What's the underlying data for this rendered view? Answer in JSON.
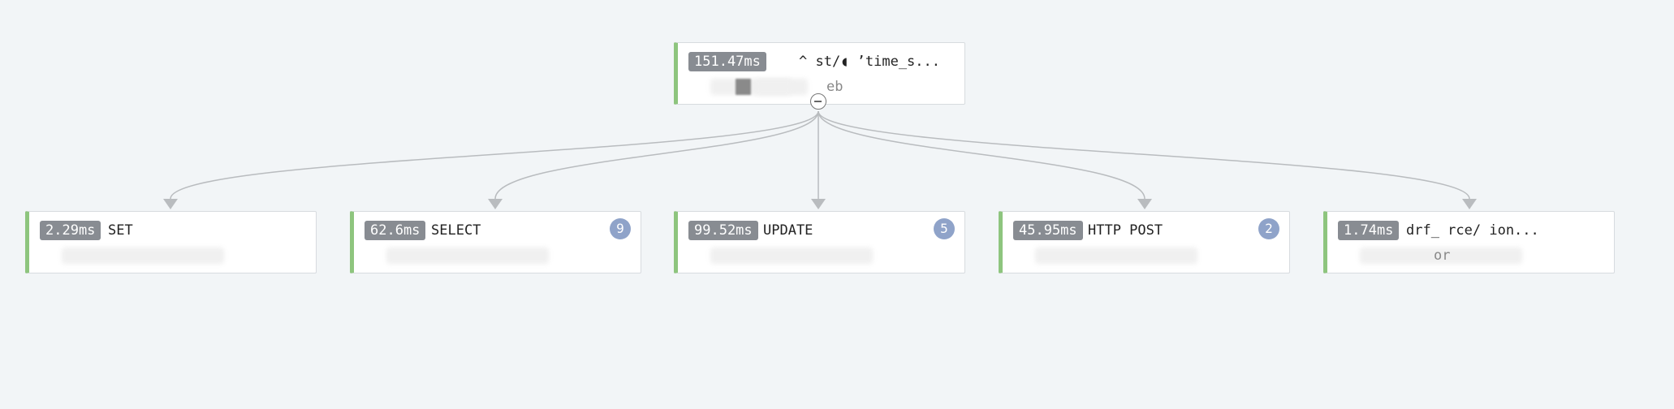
{
  "root": {
    "duration": "151.47ms",
    "title": "^ st/◖   ’time_s...",
    "subtitle_tail": "eb"
  },
  "children": [
    {
      "duration": "2.29ms",
      "title": "SET",
      "count": ""
    },
    {
      "duration": "62.6ms",
      "title": "SELECT",
      "count": "9"
    },
    {
      "duration": "99.52ms",
      "title": "UPDATE",
      "count": "5"
    },
    {
      "duration": "45.95ms",
      "title": "HTTP POST",
      "count": "2"
    },
    {
      "duration": "1.74ms",
      "title": "drf_   rce/   ion...",
      "count": "",
      "subtitle_fragment": "or"
    }
  ],
  "colors": {
    "background": "#f2f5f7",
    "status_bar": "#8ec57e",
    "duration_badge": "#888c92",
    "count_badge": "#8fa3c9",
    "edge": "#b9bcbf"
  }
}
